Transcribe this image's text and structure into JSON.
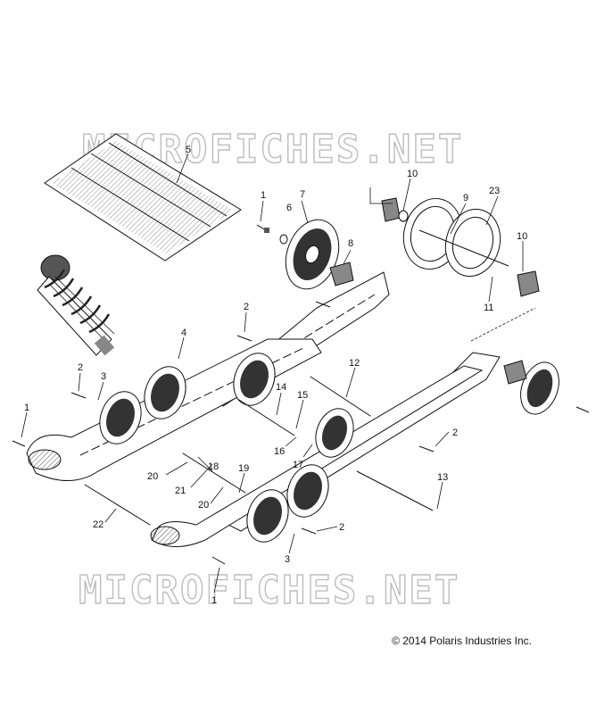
{
  "watermark": "MICROFICHES.NET",
  "copyright": "© 2014 Polaris Industries Inc.",
  "callouts": [
    "1",
    "2",
    "3",
    "4",
    "5",
    "6",
    "7",
    "8",
    "9",
    "10",
    "11",
    "12",
    "13",
    "14",
    "15",
    "16",
    "17",
    "18",
    "19",
    "20",
    "21",
    "22",
    "23"
  ],
  "labels": {
    "c5": "5",
    "c1a": "1",
    "c6": "6",
    "c7": "7",
    "c8": "8",
    "c10a": "10",
    "c9": "9",
    "c23": "23",
    "c10b": "10",
    "c11": "11",
    "c2a": "2",
    "c4": "4",
    "c2b": "2",
    "c3a": "3",
    "c12": "12",
    "c14": "14",
    "c15": "15",
    "c1b": "1",
    "c16": "16",
    "c17": "17",
    "c2c": "2",
    "c18": "18",
    "c20a": "20",
    "c21": "21",
    "c19": "19",
    "c20b": "20",
    "c13": "13",
    "c22": "22",
    "c2d": "2",
    "c3b": "3",
    "c1c": "1"
  }
}
